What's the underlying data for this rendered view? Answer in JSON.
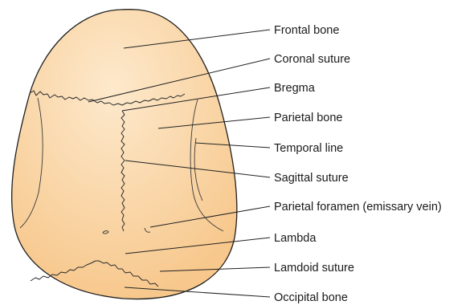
{
  "diagram": {
    "colors": {
      "skull_light": "#fbe3c2",
      "skull_dark": "#f7c98e",
      "outline": "#1f1f1f",
      "suture": "#2b2b2b",
      "leader": "#222222",
      "text": "#1a1a1a"
    },
    "labels": [
      "Frontal bone",
      "Coronal suture",
      "Bregma",
      "Parietal bone",
      "Temporal line",
      "Sagittal suture",
      "Parietal foramen (emissary vein)",
      "Lambda",
      "Lamdoid suture",
      "Occipital bone"
    ]
  }
}
